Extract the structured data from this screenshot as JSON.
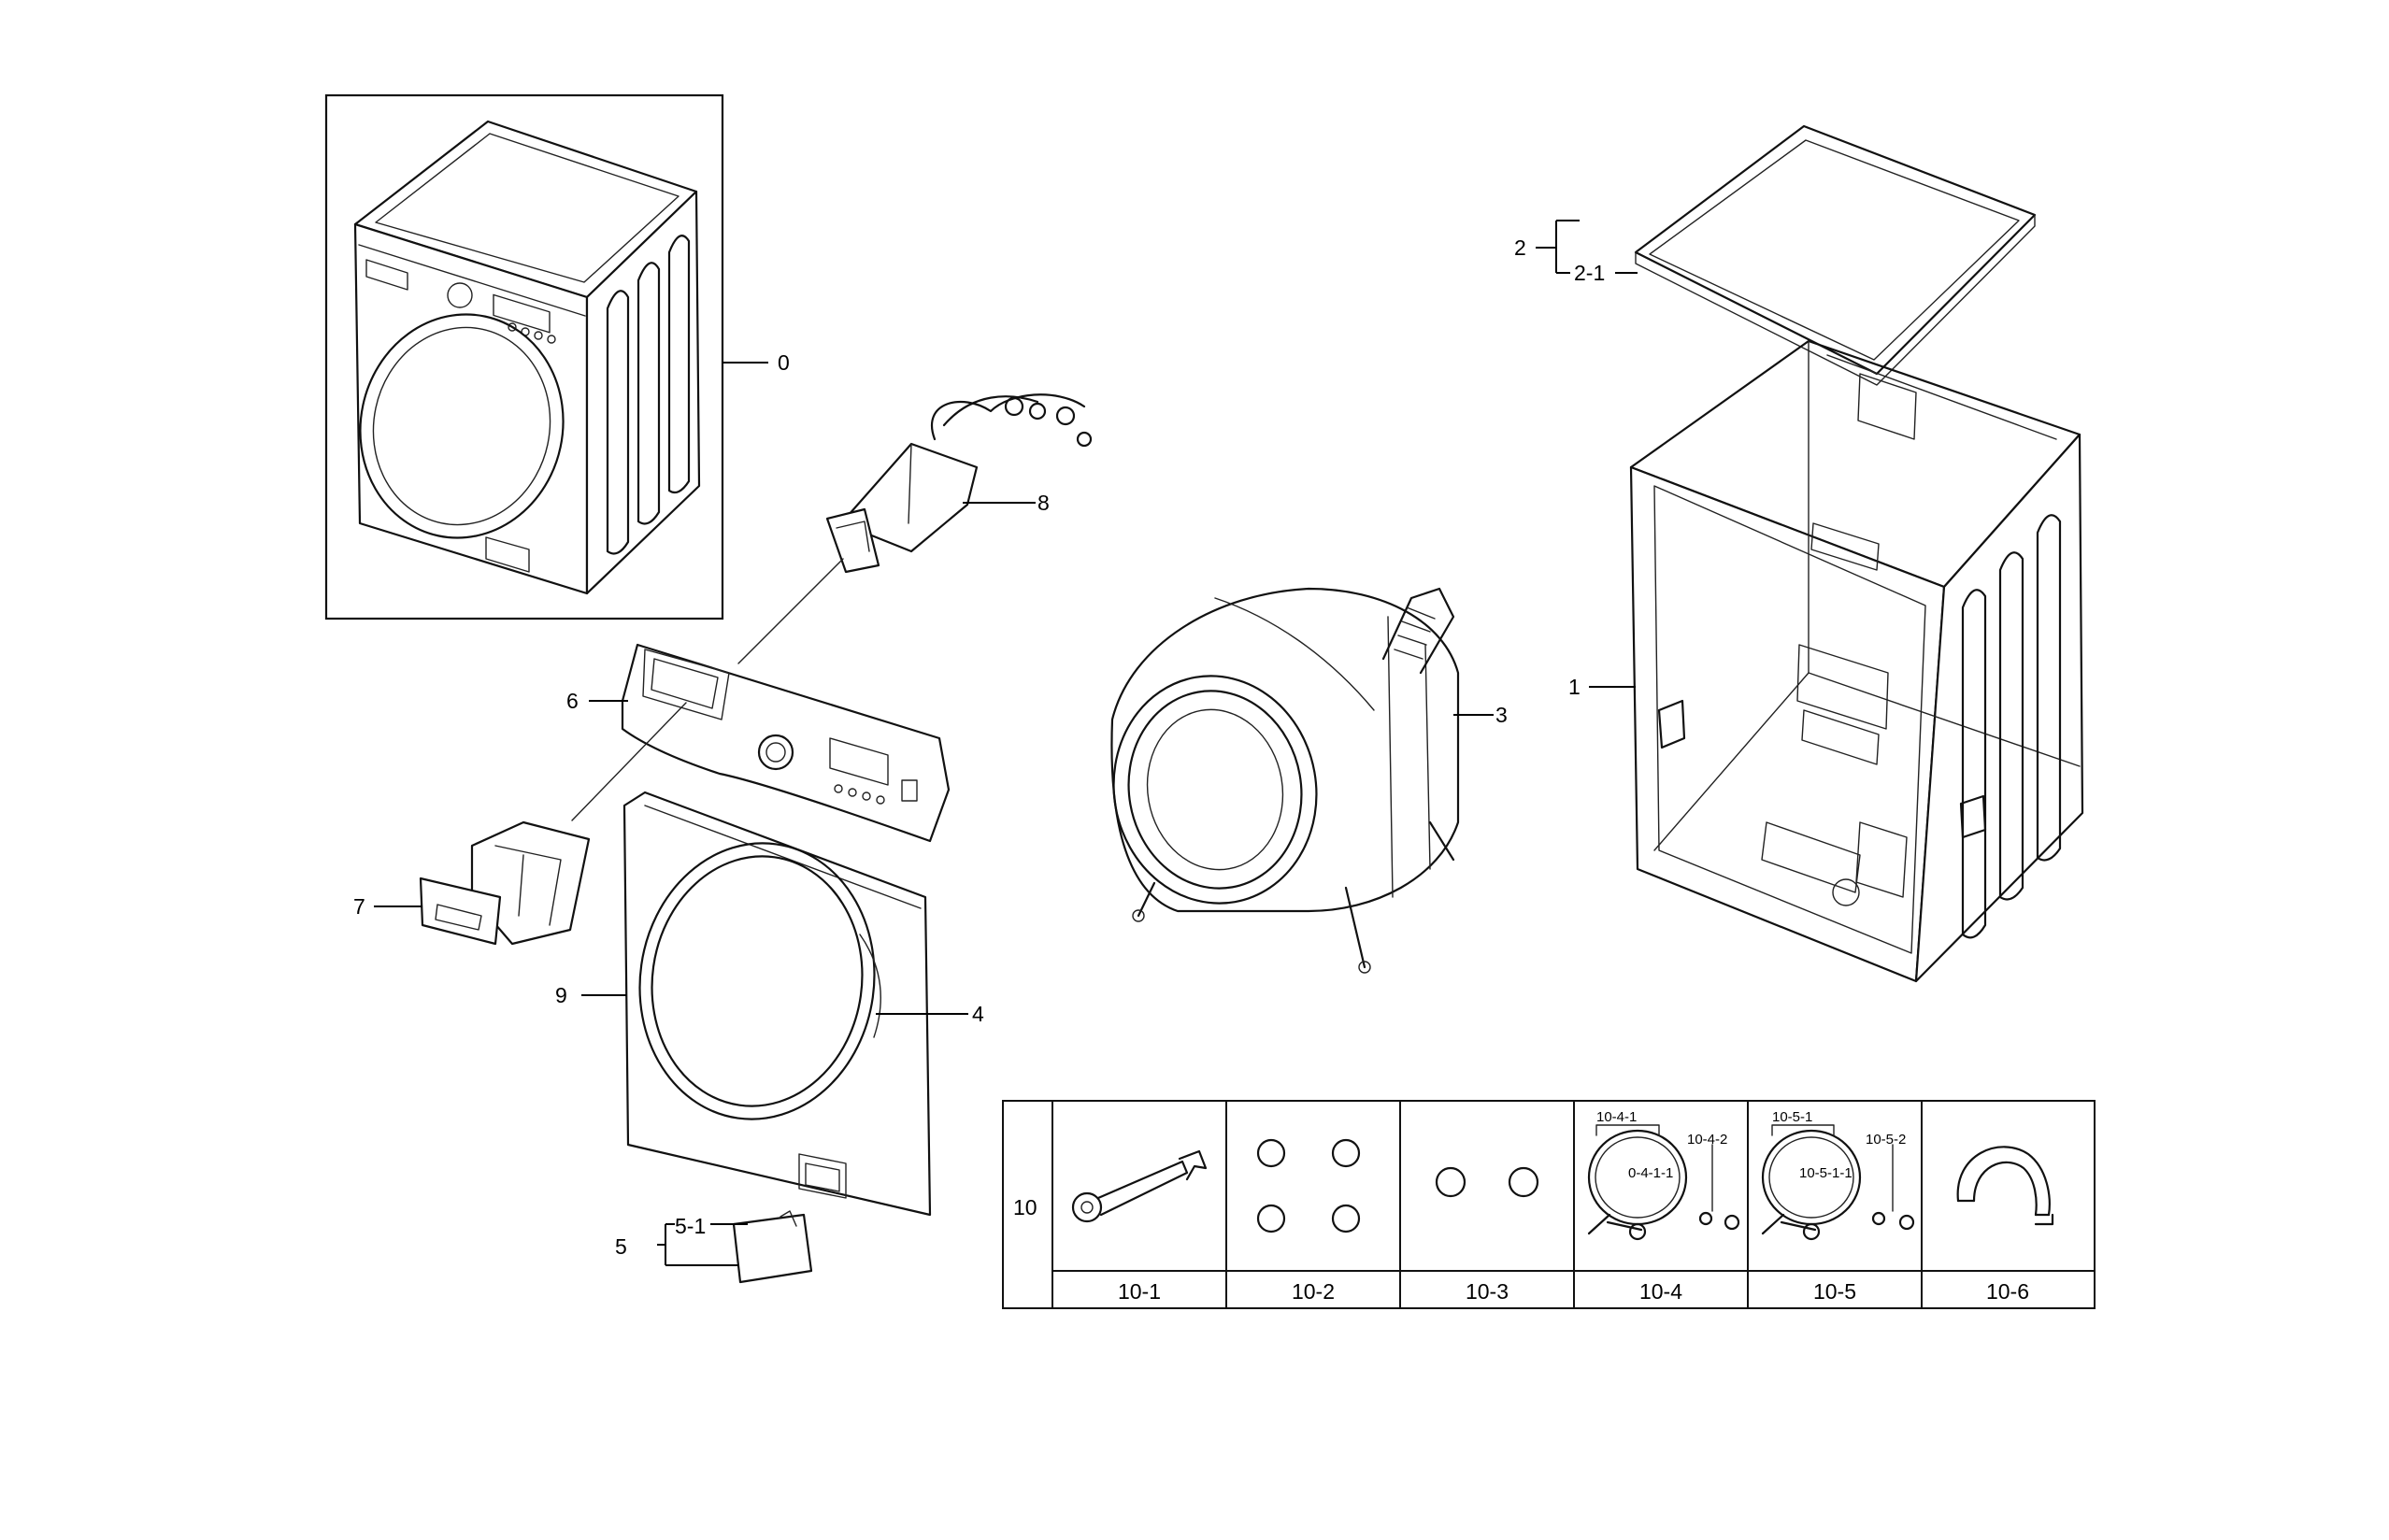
{
  "labels": {
    "p0": "0",
    "p1": "1",
    "p2": "2",
    "p2_1": "2-1",
    "p3": "3",
    "p4": "4",
    "p5": "5",
    "p5_1": "5-1",
    "p6": "6",
    "p7": "7",
    "p8": "8",
    "p9": "9",
    "p10": "10"
  },
  "kit": {
    "cells": [
      "10-1",
      "10-2",
      "10-3",
      "10-4",
      "10-5",
      "10-6"
    ],
    "sub_10_4": [
      "10-4-1",
      "10-4-2",
      "0-4-1-1"
    ],
    "sub_10_5": [
      "10-5-1",
      "10-5-2",
      "10-5-1-1"
    ]
  }
}
